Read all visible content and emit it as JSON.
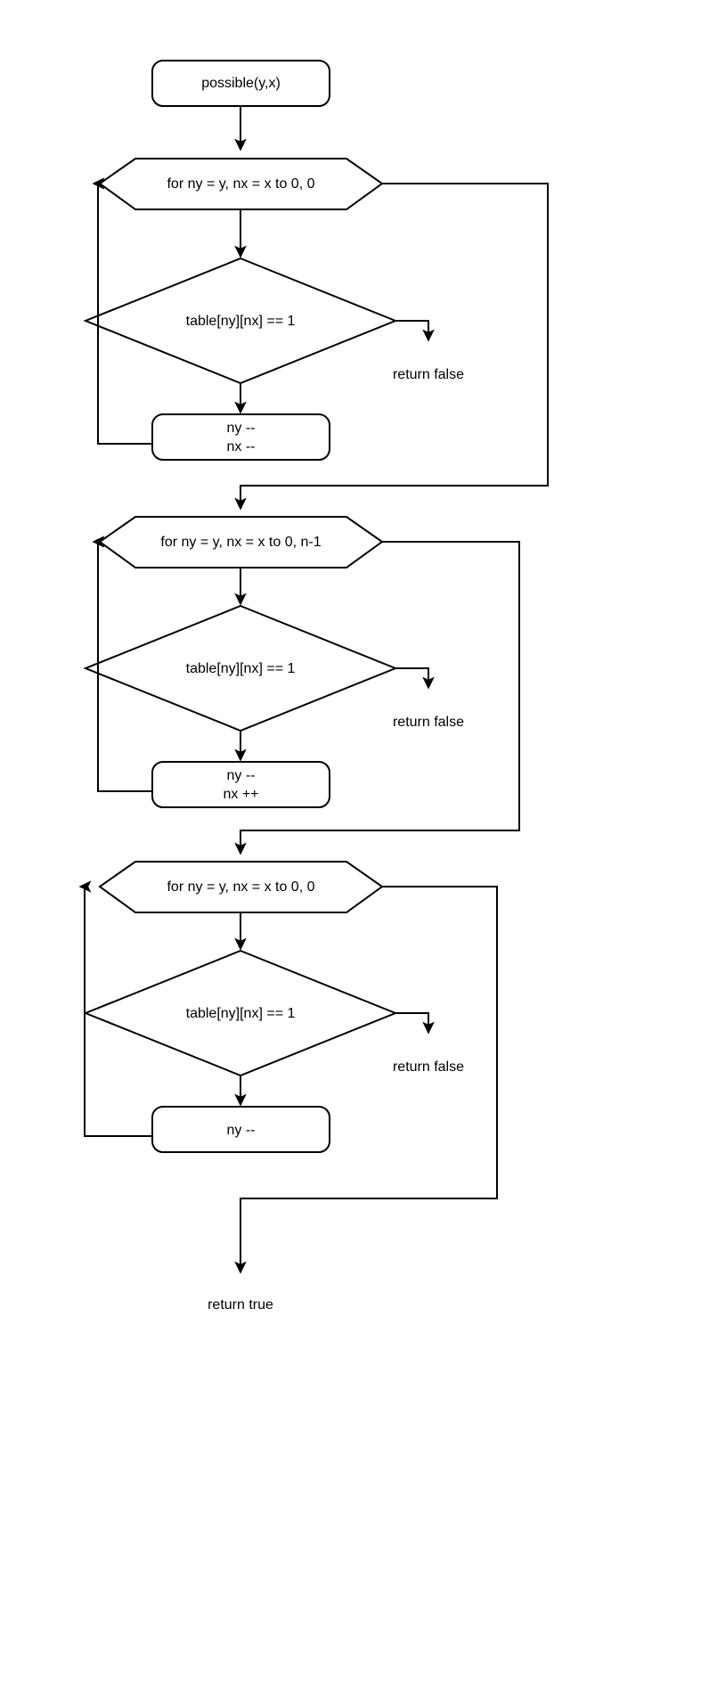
{
  "diagram": {
    "type": "flowchart",
    "title": "possible(y,x) flowchart",
    "stroke_color": "#000000",
    "fill_color": "#ffffff",
    "text_color": "#000000",
    "nodes": {
      "start": {
        "shape": "rounded-rectangle",
        "text": "possible(y,x)"
      },
      "loop1": {
        "shape": "hexagon",
        "text": "for ny = y, nx = x to 0, 0"
      },
      "decision1": {
        "shape": "diamond",
        "text": "table[ny][nx] == 1"
      },
      "return_false_1": {
        "shape": "text",
        "text": "return false"
      },
      "process1": {
        "shape": "rounded-rectangle",
        "line1": "ny --",
        "line2": "nx --"
      },
      "loop2": {
        "shape": "hexagon",
        "text": "for ny = y, nx = x to 0, n-1"
      },
      "decision2": {
        "shape": "diamond",
        "text": "table[ny][nx] == 1"
      },
      "return_false_2": {
        "shape": "text",
        "text": "return false"
      },
      "process2": {
        "shape": "rounded-rectangle",
        "line1": "ny --",
        "line2": "nx ++"
      },
      "loop3": {
        "shape": "hexagon",
        "text": "for ny = y, nx = x to 0, 0"
      },
      "decision3": {
        "shape": "diamond",
        "text": "table[ny][nx] == 1"
      },
      "return_false_3": {
        "shape": "text",
        "text": "return false"
      },
      "process3": {
        "shape": "rounded-rectangle",
        "line1": "ny --"
      },
      "end": {
        "shape": "text",
        "text": "return true"
      }
    }
  }
}
